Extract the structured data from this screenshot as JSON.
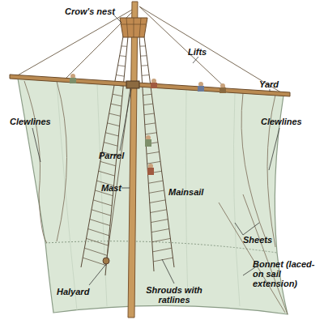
{
  "diagram": {
    "labels": [
      "Crow's nest",
      "Lifts",
      "Yard",
      "Clewlines",
      "Parrel",
      "Clewlines",
      "Mast",
      "Mainsail",
      "Sheets",
      "Bonnet (laced-on sail extension)",
      "Halyard",
      "Shrouds with ratlines"
    ]
  }
}
